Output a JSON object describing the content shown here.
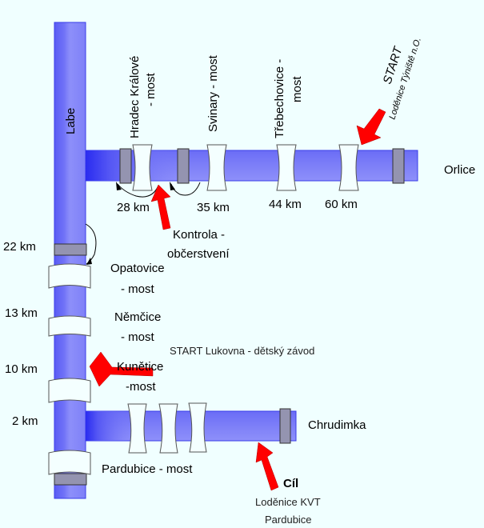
{
  "rivers": {
    "labe": "Labe",
    "orlice": "Orlice",
    "chrudimka": "Chrudimka"
  },
  "orlice_bridges": [
    {
      "line1": "Hradec Králové",
      "line2": "- most",
      "km": "28 km"
    },
    {
      "line1": "Svinary - most",
      "km": "35 km"
    },
    {
      "line1": "Třebechovice -",
      "line2": "most",
      "km": "44 km"
    },
    {
      "line1": "",
      "km": "60 km"
    }
  ],
  "start_orlice": {
    "title": "START",
    "subtitle": "Loděnice Týniště n.O."
  },
  "kontrola": {
    "line1": "Kontrola -",
    "line2": "občerstvení"
  },
  "labe_bridges": [
    {
      "km": "22 km",
      "line1": "Opatovice",
      "line2": "- most"
    },
    {
      "km": "13 km",
      "line1": "Němčice",
      "line2": "- most"
    },
    {
      "km": "10 km",
      "line1": "Kunětice",
      "line2": "-most"
    },
    {
      "km": "2 km",
      "line1": "Pardubice - most"
    }
  ],
  "start_lukovna": "START  Lukovna  -  dětský  závod",
  "finish": {
    "title": "Cíl",
    "line1": "Loděnice KVT",
    "line2": "Pardubice"
  },
  "colors": {
    "background": "#f0ffff",
    "river": "#6a6cf6",
    "river_light": "#8e90fa",
    "weir": "#9494b0",
    "arrow": "#ff0000"
  }
}
